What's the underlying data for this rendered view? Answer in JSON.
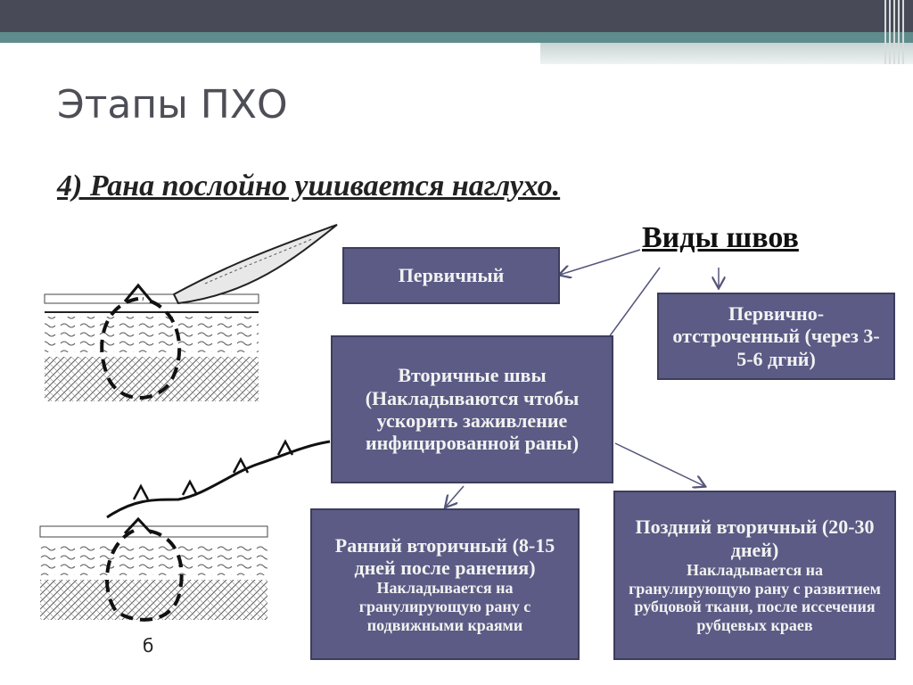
{
  "slide": {
    "title": "Этапы ПХО",
    "subtitle": "4) Рана послойно ушивается наглухо.",
    "types_heading": "Виды швов",
    "figure_label": "б"
  },
  "boxes": {
    "primary": "Первичный",
    "primary_delayed": "Первично-отстроченный (через 3-5-6 дгнй)",
    "secondary_title": "Вторичные швы",
    "secondary_desc": "(Накладываются чтобы ускорить заживление инфицированной раны)",
    "early_title": "Ранний вторичный (8-15 дней после ранения)",
    "early_desc": "Накладывается на гранулирующую рану с подвижными краями",
    "late_title": "Поздний вторичный (20-30 дней)",
    "late_desc": "Накладывается на гранулирующую рану с развитием рубцовой ткани, после иссечения рубцевых краев"
  },
  "colors": {
    "box_fill": "#5b5b85",
    "box_text": "#f2f2f2",
    "header_dark": "#494a57",
    "header_teal": "#5f8c8c"
  }
}
